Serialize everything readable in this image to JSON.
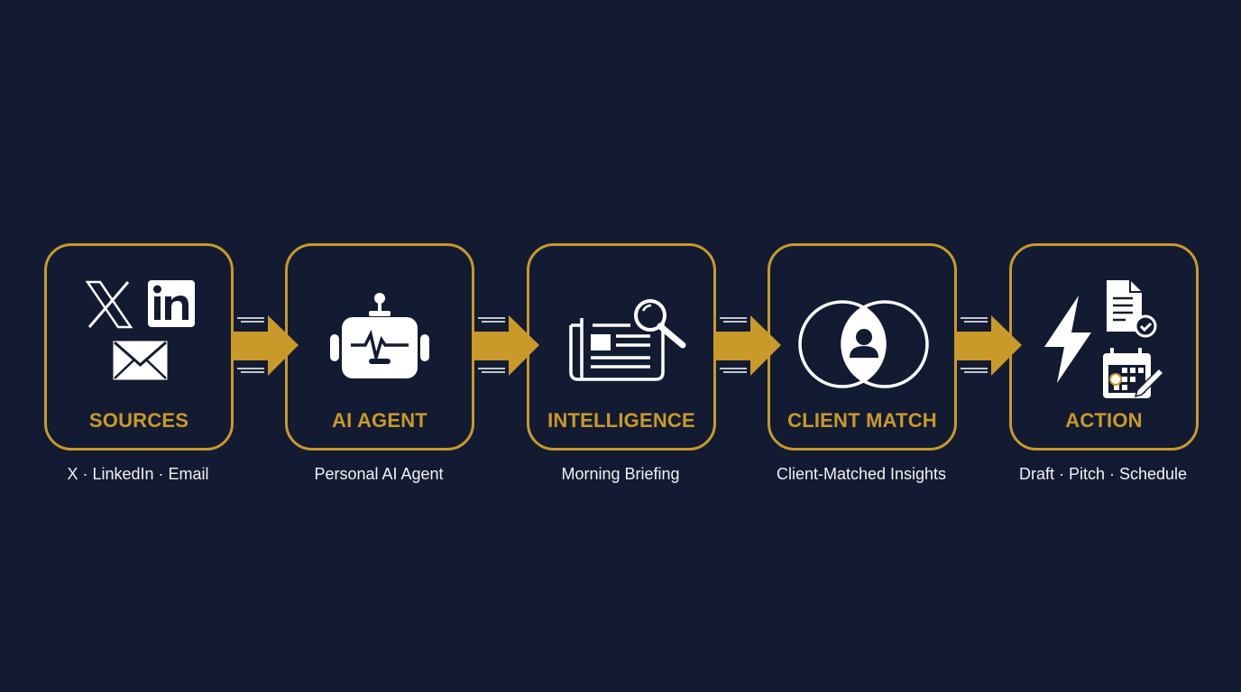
{
  "colors": {
    "background": "#121b31",
    "accent": "#c9992a",
    "icon": "#ffffff"
  },
  "steps": [
    {
      "label": "SOURCES",
      "caption": "X · LinkedIn · Email",
      "icons": [
        "x-logo-icon",
        "linkedin-icon",
        "envelope-icon"
      ],
      "linkedin_text": "in"
    },
    {
      "label": "AI AGENT",
      "caption": "Personal AI Agent",
      "icons": [
        "robot-icon"
      ]
    },
    {
      "label": "INTELLIGENCE",
      "caption": "Morning Briefing",
      "icons": [
        "newspaper-search-icon"
      ]
    },
    {
      "label": "CLIENT MATCH",
      "caption": "Client-Matched Insights",
      "icons": [
        "venn-person-icon"
      ]
    },
    {
      "label": "ACTION",
      "caption": "Draft · Pitch · Schedule",
      "icons": [
        "lightning-icon",
        "document-check-icon",
        "calendar-edit-icon"
      ]
    }
  ]
}
